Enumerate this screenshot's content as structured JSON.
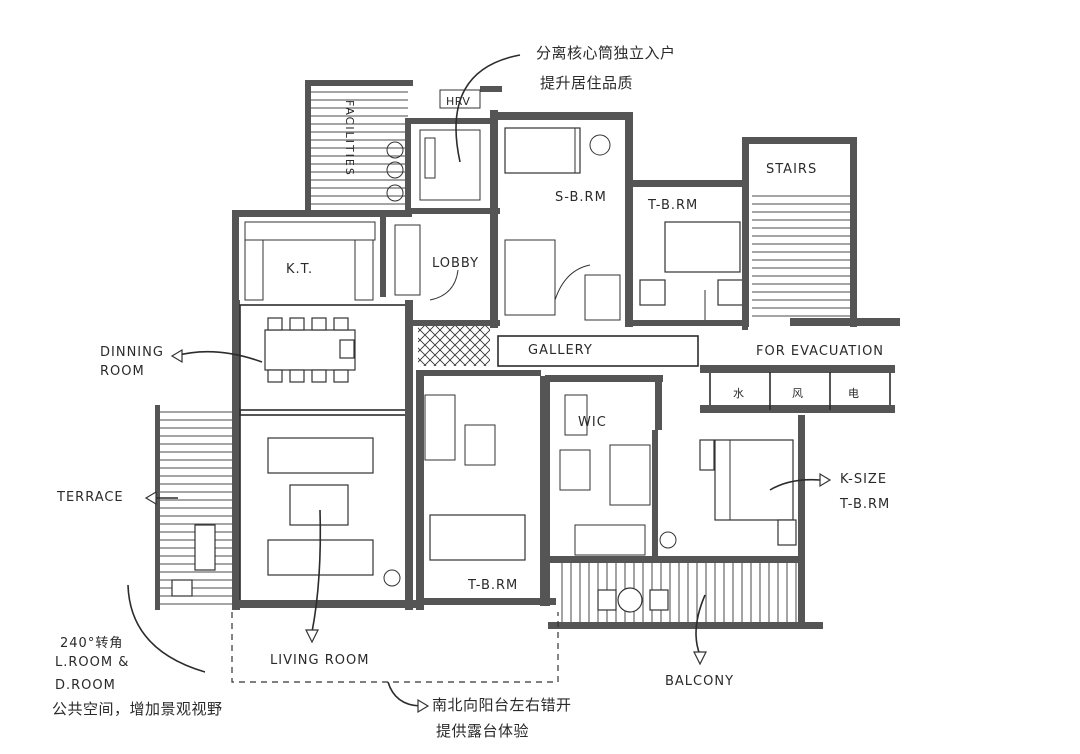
{
  "rooms": {
    "facilities": "FACILITIES",
    "hrv": "HRV",
    "s_b_rm": "S-B.RM",
    "t_b_rm_top": "T-B.RM",
    "stairs": "STAIRS",
    "kt": "K.T.",
    "lobby": "LOBBY",
    "gallery": "GALLERY",
    "for_evacuation": "FOR EVACUATION",
    "shaft_water": "水",
    "shaft_wind": "风",
    "shaft_power": "电",
    "dinning_room": "DINNING ROOM",
    "terrace": "TERRACE",
    "wic": "WIC",
    "k_size": "K-SIZE",
    "t_b_rm_right": "T-B.RM",
    "t_b_rm_bottom": "T-B.RM",
    "living_room": "LIVING ROOM",
    "balcony": "BALCONY"
  },
  "annotations": {
    "top_line1": "分离核心筒独立入户",
    "top_line2": "提升居住品质",
    "corner_line1": "240°转角",
    "corner_line2": "L.ROOM &",
    "corner_line3": "D.ROOM",
    "corner_line4": "公共空间，增加景观视野",
    "bottom_line1": "南北向阳台左右错开",
    "bottom_line2": "提供露台体验"
  }
}
